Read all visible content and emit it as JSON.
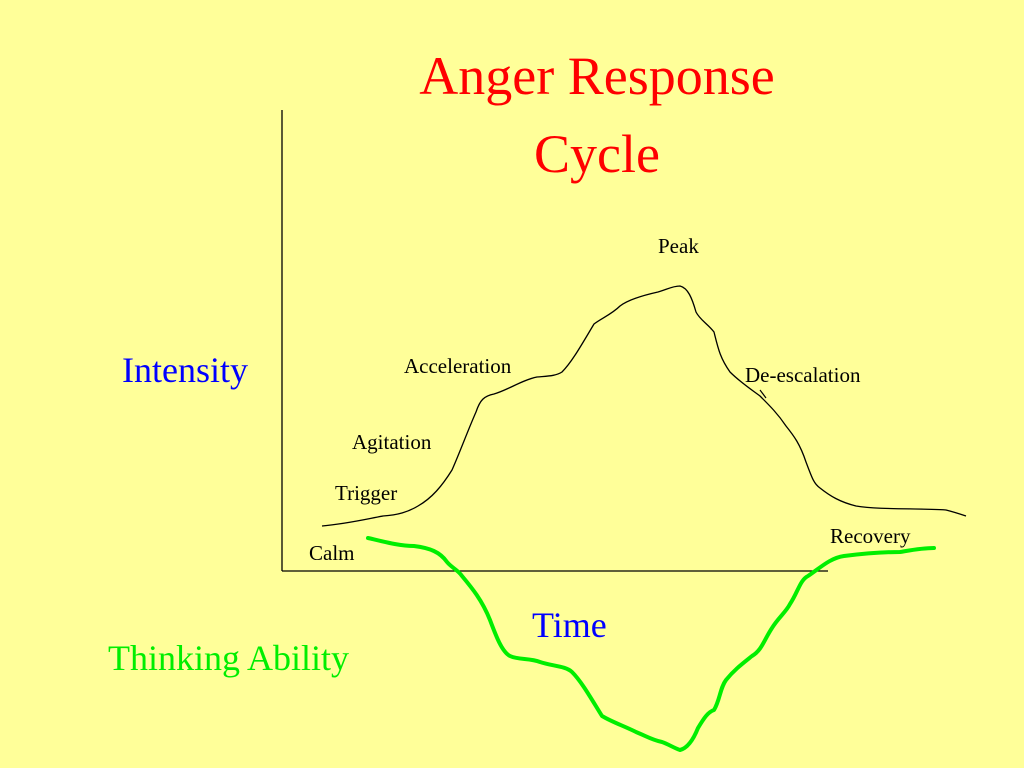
{
  "title": {
    "line1": "Anger Response",
    "line2": "Cycle"
  },
  "axes": {
    "y_label": "Intensity",
    "x_label": "Time"
  },
  "stages": {
    "calm": "Calm",
    "trigger": "Trigger",
    "agitation": "Agitation",
    "acceleration": "Acceleration",
    "peak": "Peak",
    "de_escalation": "De-escalation",
    "recovery": "Recovery"
  },
  "thinking_label": "Thinking Ability",
  "colors": {
    "background": "#ffff99",
    "title": "#ff0000",
    "axis_labels": "#0000ff",
    "intensity_curve": "#000000",
    "thinking_curve": "#00ee00"
  }
}
